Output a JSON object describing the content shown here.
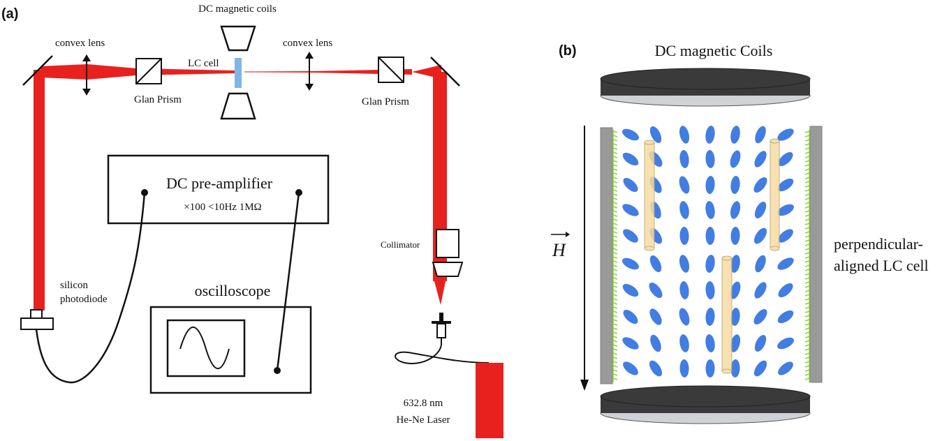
{
  "panel_a": {
    "tag": "(a)",
    "labels": {
      "dc_coils": "DC magnetic coils",
      "lc_cell": "LC cell",
      "convex_lens_left": "convex lens",
      "convex_lens_right": "convex lens",
      "glan_prism_left": "Glan Prism",
      "glan_prism_right": "Glan Prism",
      "preamp_title": "DC pre-amplifier",
      "preamp_specs": "×100  <10Hz 1MΩ",
      "oscilloscope": "oscilloscope",
      "photodiode_line1": "silicon",
      "photodiode_line2": "photodiode",
      "collimator": "Collimator",
      "laser_line1": "632.8 nm",
      "laser_line2": "He-Ne Laser"
    }
  },
  "panel_b": {
    "tag": "(b)",
    "labels": {
      "coils": "DC magnetic Coils",
      "field": "H",
      "cell_line1": "perpendicular-",
      "cell_line2": "aligned LC cell"
    }
  },
  "colors": {
    "laser_beam": "#e8211f",
    "lc_cell": "#7fb6e6",
    "molecule": "#2e6fe0",
    "alignment_layer": "#8cd43a",
    "substrate": "#9a9a9a",
    "coil_top": "#3a3a3a",
    "coil_bottom": "#cfd2d6",
    "rod": "#f6dca0"
  }
}
